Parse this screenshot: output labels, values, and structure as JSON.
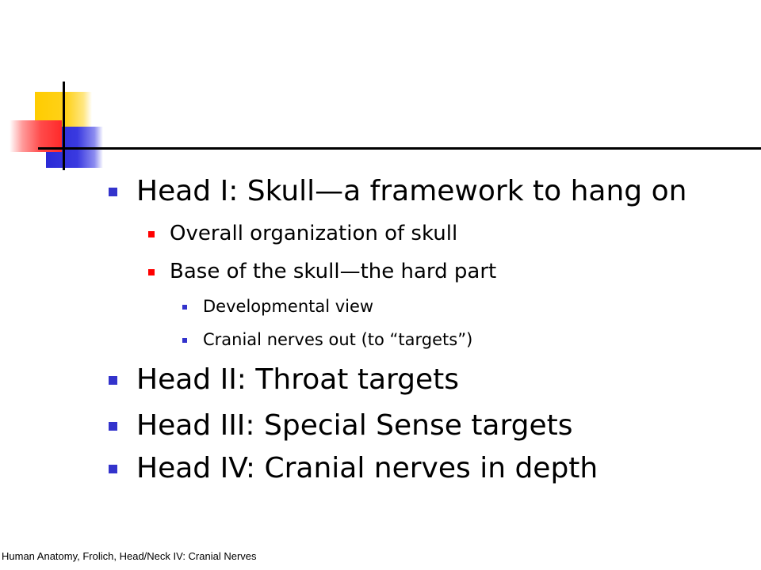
{
  "slide": {
    "bullets": [
      {
        "level": 1,
        "text": "Head I: Skull—a framework to hang on"
      },
      {
        "level": 2,
        "text": "Overall organization of skull"
      },
      {
        "level": 2,
        "text": "Base of the skull—the hard part"
      },
      {
        "level": 3,
        "text": "Developmental view"
      },
      {
        "level": 3,
        "text": "Cranial nerves out (to “targets”)"
      },
      {
        "level": 1,
        "text": "Head II:  Throat targets"
      },
      {
        "level": 1,
        "text": "Head III:  Special Sense targets"
      },
      {
        "level": 1,
        "text": "Head IV:  Cranial nerves in depth"
      }
    ],
    "footer": "Human Anatomy, Frolich, Head/Neck IV:  Cranial Nerves"
  },
  "colors": {
    "level1_bullet": "#3333cc",
    "level2_bullet": "#ff0000",
    "level3_bullet": "#3333cc",
    "deco_yellow": "#ffcc00",
    "deco_blue": "#2a2ad6",
    "deco_red": "#ff2a2a"
  }
}
